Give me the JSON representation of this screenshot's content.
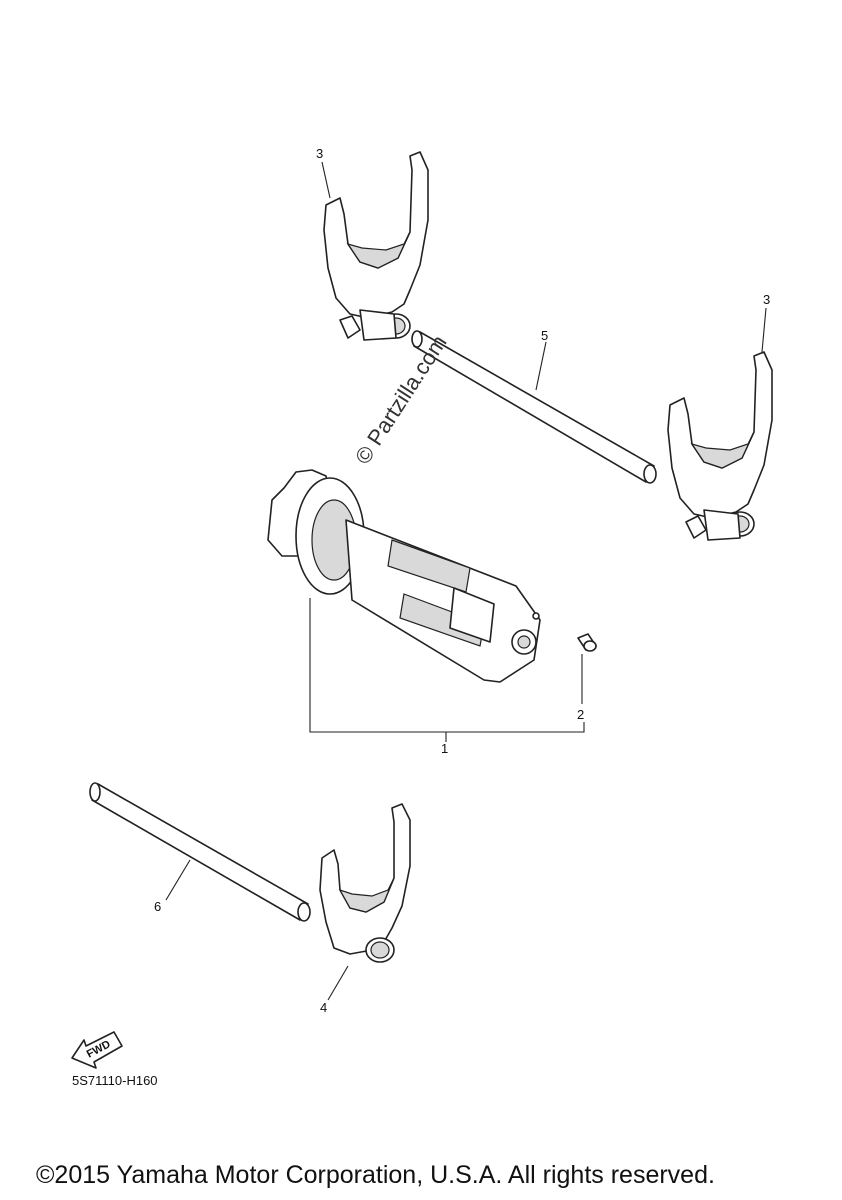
{
  "callouts": {
    "shift_drum": "1",
    "screw": "2",
    "shift_fork_a": "3",
    "shift_fork_b": "3",
    "shift_fork_c": "4",
    "guide_bar_upper": "5",
    "guide_bar_lower": "6"
  },
  "watermark": "© Partzilla.com",
  "fwd_label": "FWD",
  "diagram_code": "5S71110-H160",
  "copyright": "©2015 Yamaha Motor Corporation, U.S.A. All rights reserved."
}
